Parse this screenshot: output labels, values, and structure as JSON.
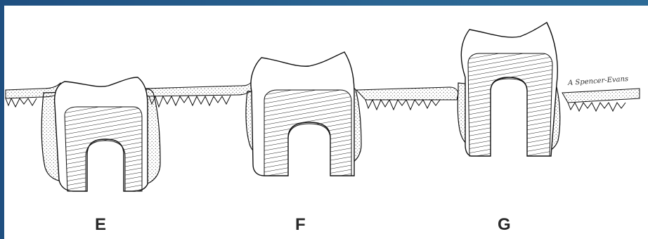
{
  "stages": [
    {
      "label": "E"
    },
    {
      "label": "F"
    },
    {
      "label": "G"
    }
  ],
  "signature": "A Spencer-Evans"
}
